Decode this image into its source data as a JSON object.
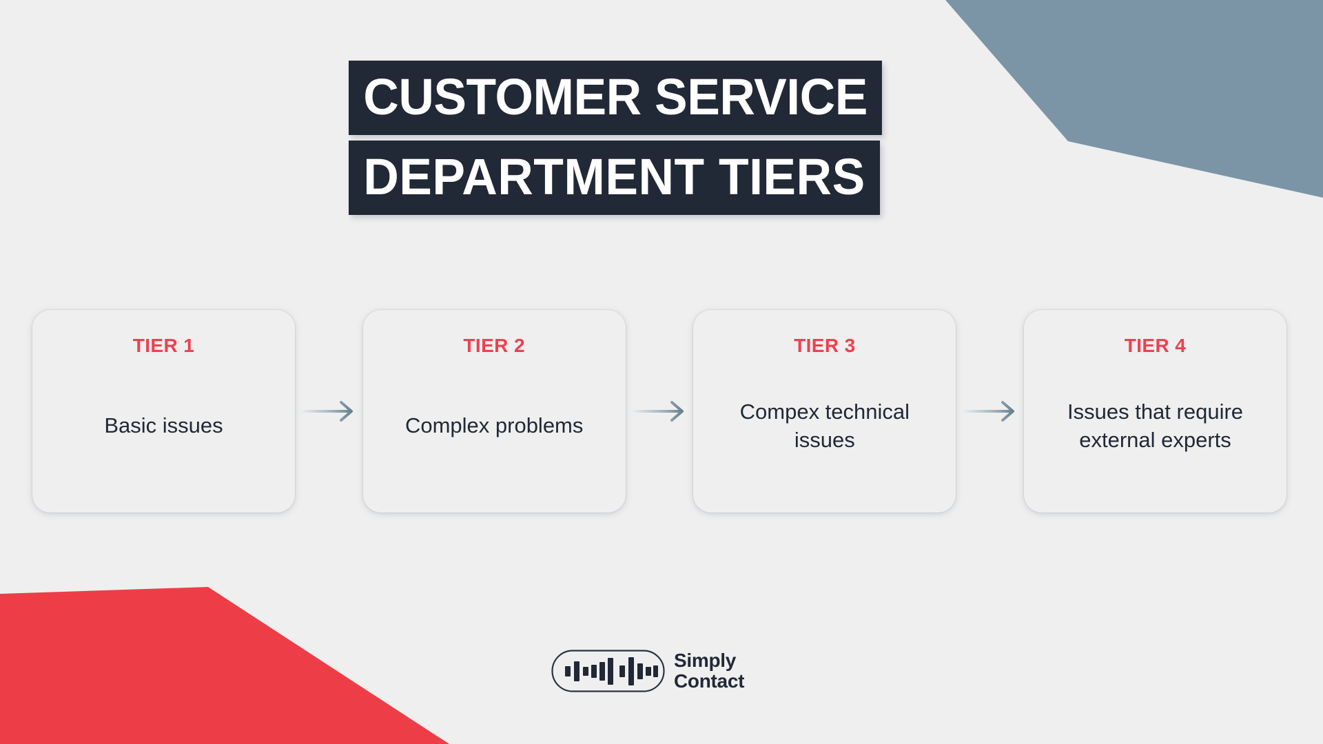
{
  "page": {
    "background_color": "#EFEFEF",
    "accent_red": "#ED3E48",
    "accent_slate": "#7B95A6",
    "dark_navy": "#212836",
    "tier_label_red": "#EF4050"
  },
  "title": {
    "line1": "CUSTOMER SERVICE",
    "line2": "DEPARTMENT TIERS"
  },
  "tiers": [
    {
      "label": "TIER 1",
      "description": "Basic issues"
    },
    {
      "label": "TIER 2",
      "description": "Complex problems"
    },
    {
      "label": "TIER 3",
      "description": "Compex technical issues"
    },
    {
      "label": "TIER 4",
      "description": "Issues that require external experts"
    }
  ],
  "connectors": [
    {
      "name": "arrow-tier1-to-tier2"
    },
    {
      "name": "arrow-tier2-to-tier3"
    },
    {
      "name": "arrow-tier3-to-tier4"
    }
  ],
  "logo": {
    "mark": "waveform-pill-icon",
    "name_line1": "Simply",
    "name_line2": "Contact"
  },
  "decorations": {
    "top_right_shape": "slate-polygon",
    "bottom_left_shape": "red-polygon"
  }
}
